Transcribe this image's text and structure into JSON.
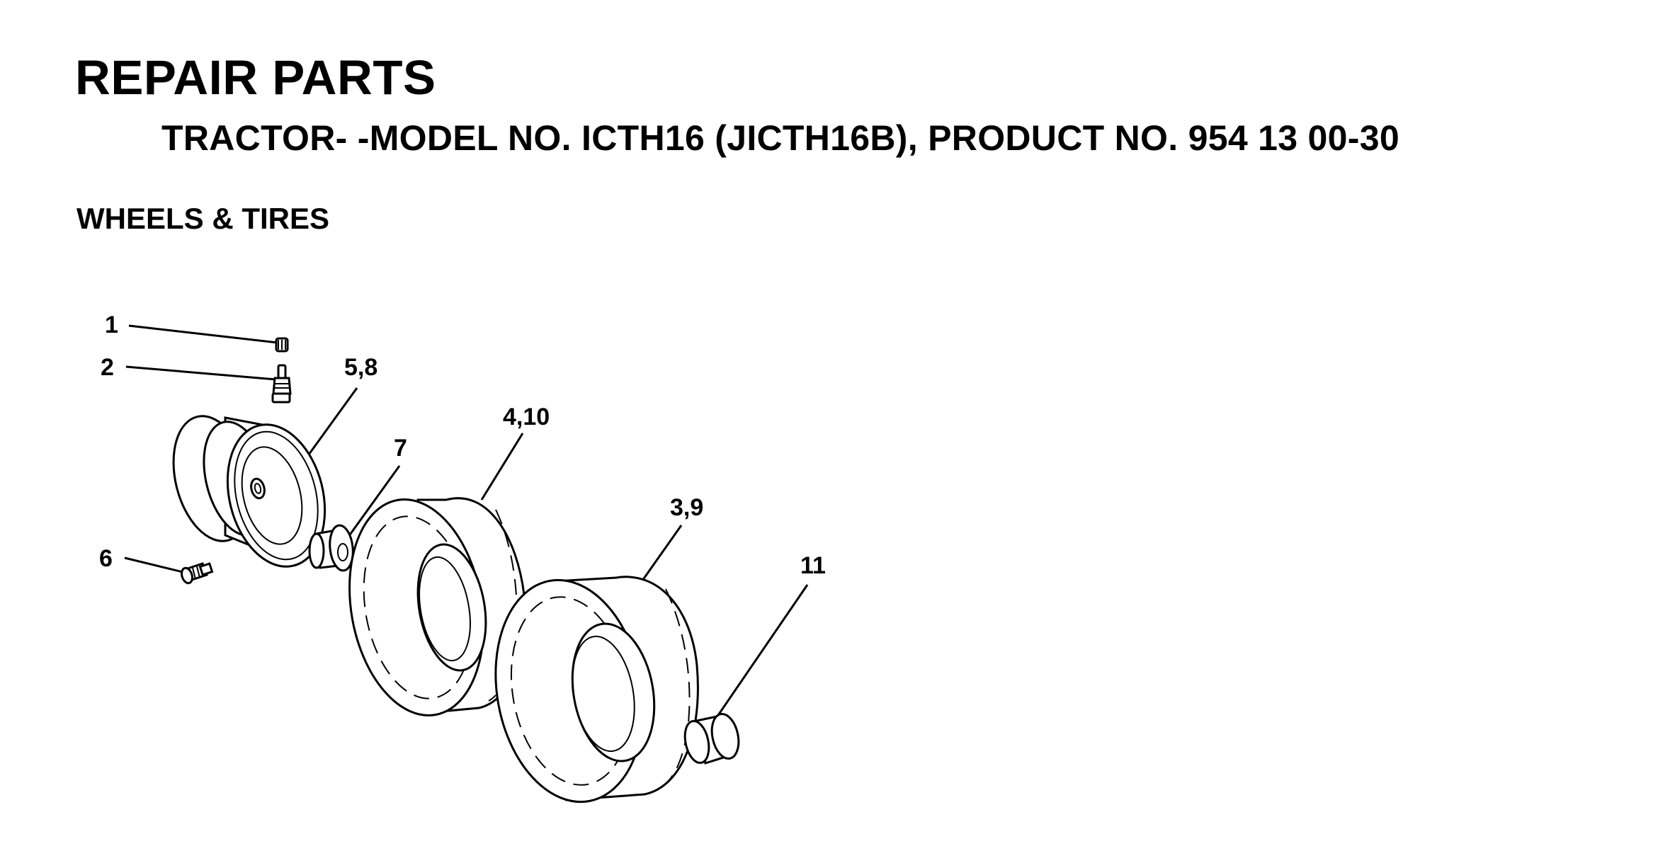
{
  "header": {
    "title": "REPAIR PARTS",
    "subtitle": "TRACTOR- -MODEL NO. ICTH16 (JICTH16B), PRODUCT NO. 954 13 00-30",
    "section": "WHEELS & TIRES"
  },
  "callouts": {
    "c1": "1",
    "c2": "2",
    "c58": "5,8",
    "c7": "7",
    "c410": "4,10",
    "c39": "3,9",
    "c6": "6",
    "c11": "11"
  },
  "parts": [
    "valve-cap",
    "valve-stem",
    "wheel-rim",
    "bushing",
    "tire-inner",
    "tire-outer",
    "bolt",
    "hub-cap"
  ]
}
